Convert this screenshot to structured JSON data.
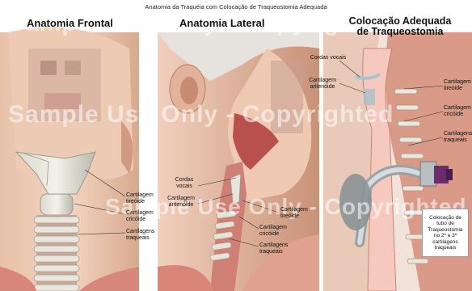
{
  "title": "Anatomia da Traquéia com Colocação de Traqueostomia Adequada",
  "panels": {
    "frontal": {
      "title": "Anatomia Frontal",
      "labels": {
        "thyroid": "Cartilagem tireóide",
        "cricoid": "Cartilagem cricóide",
        "tracheal": "Cartilagens traqueais"
      }
    },
    "lateral": {
      "title": "Anatomia Lateral",
      "labels": {
        "vocal_cords": "Cordas vocais",
        "arytenoid": "Cartilagem aritenóide",
        "thyroid": "Cartilagem tireóide",
        "cricoid": "Cartilagem cricóide",
        "tracheal": "Cartilagens traqueais"
      }
    },
    "placement": {
      "title_line1": "Colocação Adequada",
      "title_line2": "de Traqueostomia",
      "labels": {
        "vocal_cords": "Cordas vocais",
        "arytenoid": "Cartilagem aritenóide",
        "thyroid": "Cartilagem tireóide",
        "cricoid": "Cartilagem cricóide",
        "tracheal": "Cartilagens traqueais"
      },
      "note": "Colocação de tubo de Traqueostomia no 2º e 3º cartilagens traqueais"
    }
  },
  "watermark": "Sample Use Only - Copyrighted"
}
